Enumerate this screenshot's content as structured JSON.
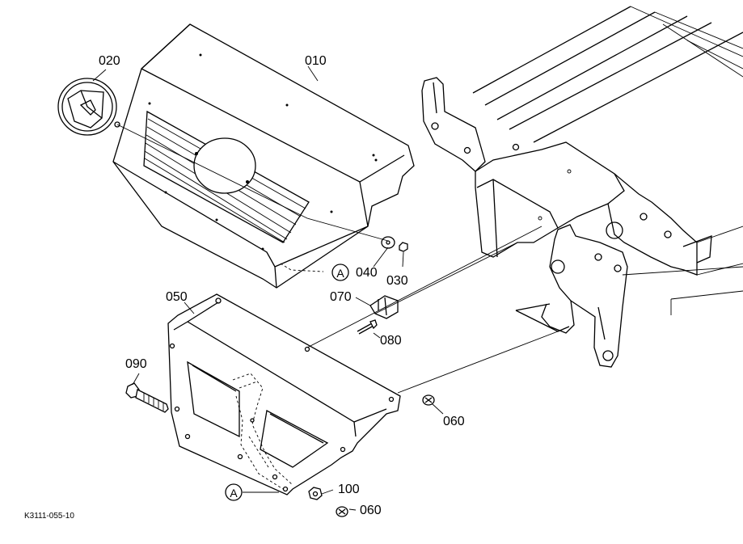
{
  "parts": {
    "p010": "010",
    "p020": "020",
    "p030": "030",
    "p040": "040",
    "p050": "050",
    "p060a": "060",
    "p060b": "060",
    "p070": "070",
    "p080": "080",
    "p090": "090",
    "p100": "100"
  },
  "refs": {
    "a1": "A",
    "a2": "A"
  },
  "figure_code": "K3111-055-10"
}
